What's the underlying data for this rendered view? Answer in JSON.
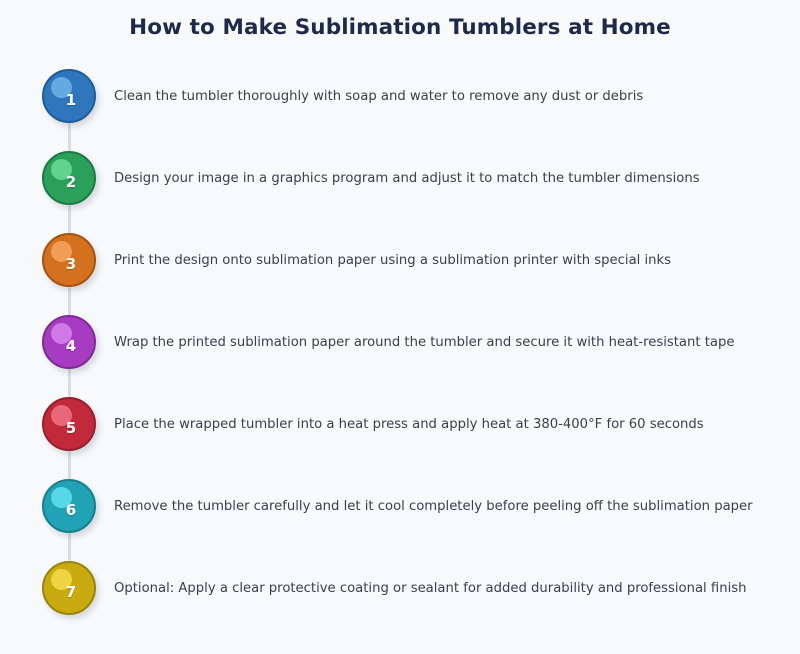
{
  "title": "How to Make Sublimation Tumblers at Home",
  "theme": {
    "background_color": "#f7f9fb",
    "title_color": "#1f2a4a",
    "text_color": "#39404f",
    "connector_color": "#d8dde3",
    "number_color": "#ffffff"
  },
  "steps": [
    {
      "number": "1",
      "text": "Clean the tumbler thoroughly with soap and water to remove any dust or debris",
      "fill_color": "#2f77bc",
      "border_color": "#1e5c99",
      "highlight_color": "#6fb1e8"
    },
    {
      "number": "2",
      "text": "Design your image in a graphics program and adjust it to match the tumbler dimensions",
      "fill_color": "#2aa05a",
      "border_color": "#1d7a43",
      "highlight_color": "#6ddb9b"
    },
    {
      "number": "3",
      "text": "Print the design onto sublimation paper using a sublimation printer with special inks",
      "fill_color": "#d4711f",
      "border_color": "#a6530f",
      "highlight_color": "#f5a462"
    },
    {
      "number": "4",
      "text": "Wrap the printed sublimation paper around the tumbler and secure it with heat-resistant tape",
      "fill_color": "#a73bc2",
      "border_color": "#7f2b96",
      "highlight_color": "#d585ec"
    },
    {
      "number": "5",
      "text": "Place the wrapped tumbler into a heat press and apply heat at 380-400°F for 60 seconds",
      "fill_color": "#c22a3c",
      "border_color": "#971f2d",
      "highlight_color": "#f07282"
    },
    {
      "number": "6",
      "text": "Remove the tumbler carefully and let it cool completely before peeling off the sublimation paper",
      "fill_color": "#22a3b5",
      "border_color": "#16808f",
      "highlight_color": "#62e0ef"
    },
    {
      "number": "7",
      "text": "Optional: Apply a clear protective coating or sealant for added durability and professional finish",
      "fill_color": "#c9aa10",
      "border_color": "#9c8309",
      "highlight_color": "#f5dc4a"
    }
  ]
}
